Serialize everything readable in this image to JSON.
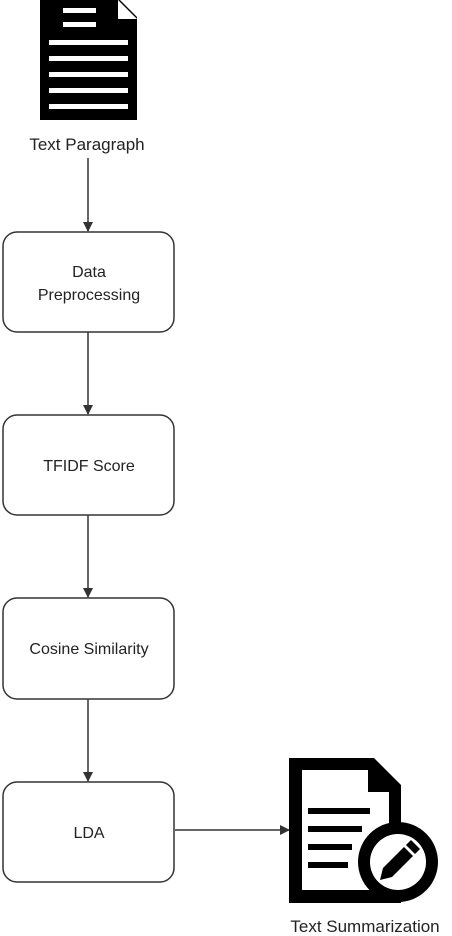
{
  "diagram": {
    "input_caption": "Text Paragraph",
    "steps": [
      {
        "line1": "Data",
        "line2": "Preprocessing"
      },
      {
        "line1": "TFIDF Score",
        "line2": ""
      },
      {
        "line1": "Cosine Similarity",
        "line2": ""
      },
      {
        "line1": "LDA",
        "line2": ""
      }
    ],
    "output_caption": "Text Summarization",
    "icons": {
      "input": "document-icon",
      "output": "edit-document-icon"
    }
  }
}
